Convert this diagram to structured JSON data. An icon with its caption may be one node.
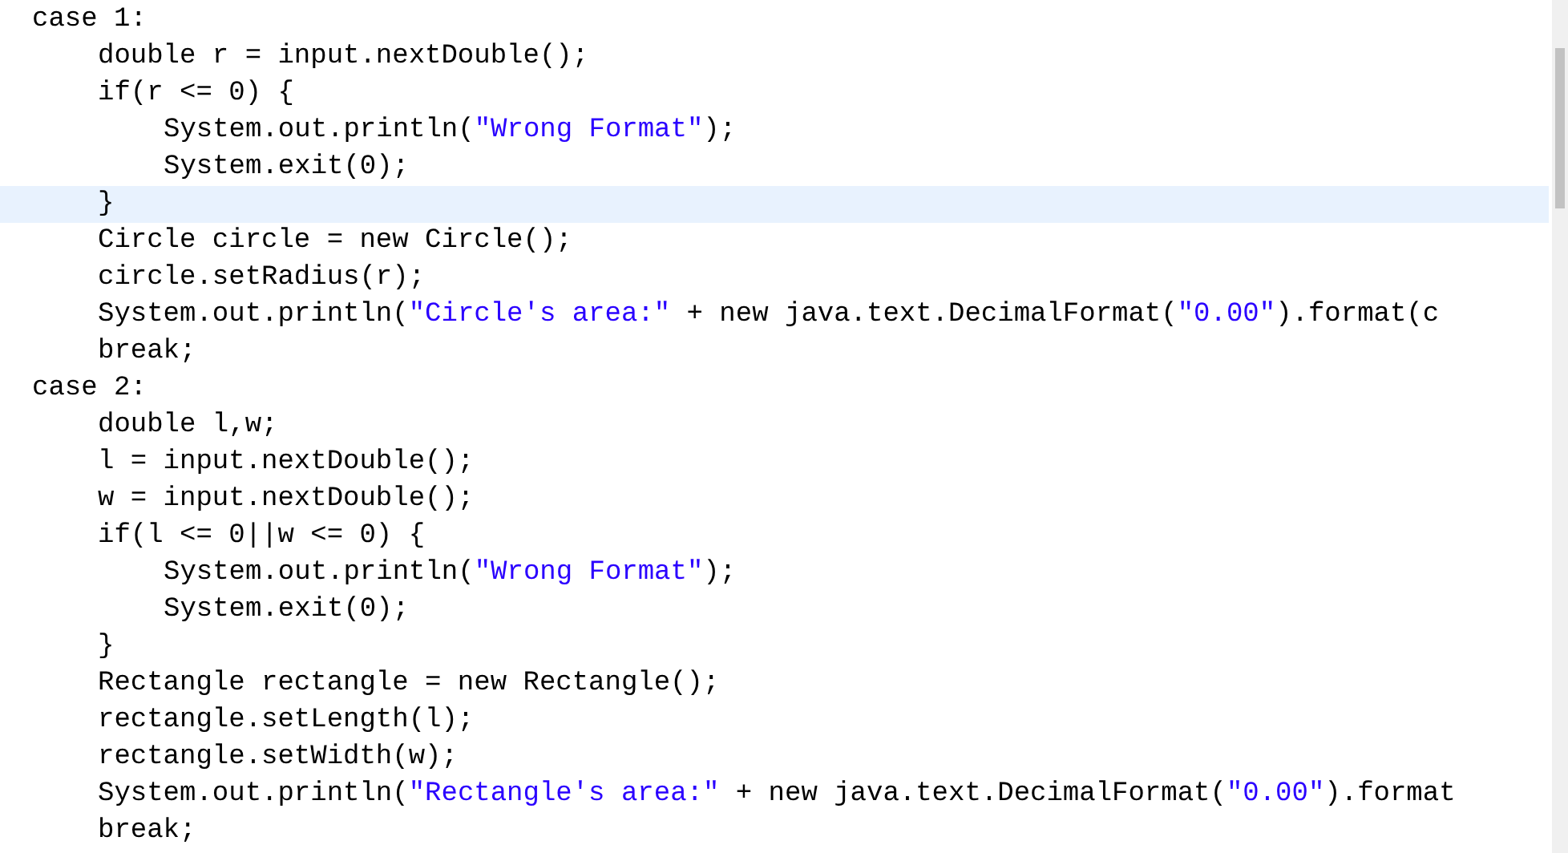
{
  "diagram": {
    "labels": [
      "case 1:",
      "double r = input.nextDouble();",
      "if(r <= 0) {",
      "System.out.println(\"Wrong Format\");",
      "System.exit(0);",
      "}",
      "Circle circle = new Circle();",
      "circle.setRadius(r);",
      "System.out.println(\"Circle's area:\" + new java.text.DecimalFormat(\"0.00\").format(c",
      "break;",
      "case 2:",
      "double l,w;",
      "l = input.nextDouble();",
      "w = input.nextDouble();",
      "if(l <= 0||w <= 0) {",
      "System.out.println(\"Wrong Format\");",
      "System.exit(0);",
      "}",
      "Rectangle rectangle = new Rectangle();",
      "rectangle.setLength(l);",
      "rectangle.setWidth(w);",
      "System.out.println(\"Rectangle's area:\" + new java.text.DecimalFormat(\"0.00\").format",
      "break;"
    ]
  }
}
